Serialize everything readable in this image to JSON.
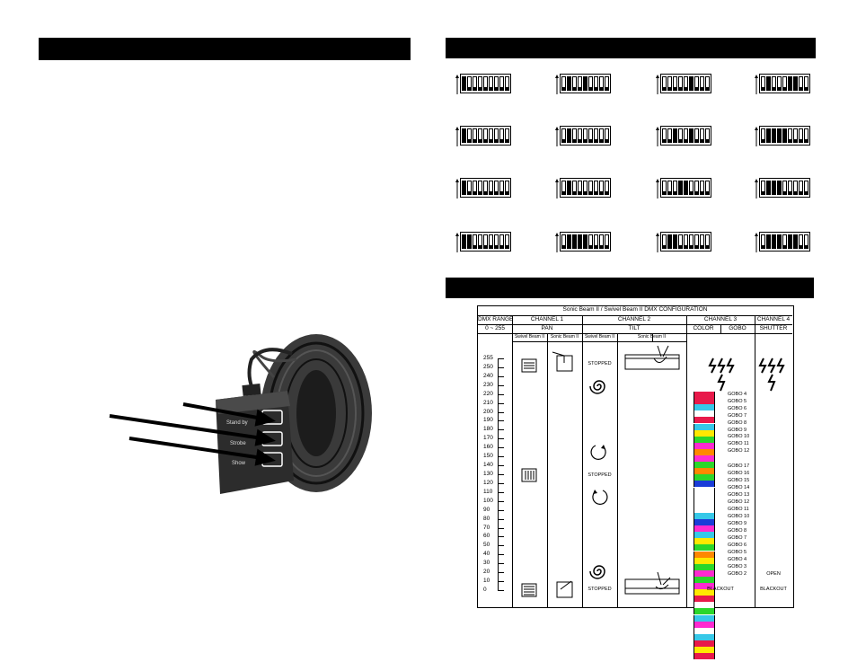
{
  "dmx_table": {
    "title": "Sonic Beam II / Swivel Beam II  DMX CONFIGURATION",
    "dmx_range_label": "DMX RANGE",
    "range_value": "0 ~ 255",
    "channel1": "CHANNEL 1",
    "channel2": "CHANNEL 2",
    "channel3": "CHANNEL 3",
    "channel4": "CHANNEL 4",
    "pan": "PAN",
    "tilt": "TILT",
    "color": "COLOR",
    "gobo": "GOBO",
    "shutter": "SHUTTER",
    "swivel_beam_a": "Swivel Beam II",
    "sonic_beam_a": "Sonic Beam II",
    "swivel_beam_b": "Swivel Beam II",
    "sonic_beam_b": "Sonic Beam II",
    "stopped_top": "STOPPED",
    "stopped_mid": "STOPPED",
    "stopped_bottom": "STOPPED",
    "blackout_ch3": "BLACKOUT",
    "blackout_ch4": "BLACKOUT",
    "open": "OPEN",
    "ticks": [
      "255",
      "250",
      "240",
      "230",
      "220",
      "210",
      "200",
      "190",
      "180",
      "170",
      "160",
      "150",
      "140",
      "130",
      "120",
      "110",
      "100",
      "90",
      "80",
      "70",
      "60",
      "50",
      "40",
      "30",
      "20",
      "10",
      "0"
    ],
    "gobos_upper": [
      "GOBO 4",
      "GOBO 5",
      "GOBO 6",
      "GOBO 7",
      "GOBO 8",
      "GOBO 9",
      "GOBO 10",
      "GOBO 11",
      "GOBO 12"
    ],
    "gobos_lower": [
      "GOBO 17",
      "GOBO 16",
      "GOBO 15",
      "GOBO 14",
      "GOBO 13",
      "GOBO 12",
      "GOBO 11",
      "GOBO 10",
      "GOBO 9",
      "GOBO 8",
      "GOBO 7",
      "GOBO 6",
      "GOBO 5",
      "GOBO 4",
      "GOBO 3",
      "GOBO 2"
    ],
    "color_swatches": [
      "#e8194a",
      "#e8194a",
      "#36c8e8",
      "#ffffff",
      "#e8194a",
      "#36c8e8",
      "#ffe800",
      "#2bd62b",
      "#ff2ad0",
      "#ff8800",
      "#ff2ad0",
      "#2bd62b",
      "#ff8800",
      "#2bd62b",
      "#1a3cd8",
      "#ffffff",
      "#ffffff",
      "#ffffff",
      "#ffffff",
      "#36c8e8",
      "#1a3cd8",
      "#ff2ad0",
      "#36c8e8",
      "#ffe800",
      "#2bd62b",
      "#ff8800",
      "#ffe800",
      "#2bd62b",
      "#ff2ad0",
      "#2bd62b",
      "#ff2ad0",
      "#ffe800",
      "#e8194a",
      "#ffffff",
      "#2bd62b",
      "#36c8e8",
      "#ff2ad0",
      "#ffffff",
      "#36c8e8",
      "#e8194a",
      "#ffe800",
      "#e8194a"
    ]
  },
  "remote": {
    "button1": "Stand by",
    "button2": "Strobe",
    "button3": "Show"
  },
  "dip_rows": [
    [
      [
        1,
        0,
        0,
        0,
        0,
        0,
        0,
        0,
        0
      ],
      [
        0,
        1,
        0,
        0,
        1,
        0,
        0,
        0,
        0
      ],
      [
        0,
        0,
        0,
        0,
        0,
        1,
        0,
        0,
        0
      ],
      [
        0,
        1,
        0,
        0,
        0,
        1,
        1,
        0,
        0
      ]
    ],
    [
      [
        1,
        0,
        0,
        0,
        0,
        0,
        0,
        0,
        0
      ],
      [
        0,
        1,
        0,
        0,
        0,
        0,
        0,
        0,
        0
      ],
      [
        0,
        0,
        1,
        0,
        0,
        1,
        0,
        0,
        0
      ],
      [
        0,
        1,
        1,
        1,
        1,
        0,
        0,
        0,
        0
      ]
    ],
    [
      [
        1,
        0,
        0,
        0,
        0,
        0,
        0,
        0,
        0
      ],
      [
        0,
        1,
        0,
        0,
        0,
        0,
        0,
        0,
        0
      ],
      [
        0,
        0,
        0,
        1,
        1,
        0,
        0,
        0,
        0
      ],
      [
        0,
        1,
        1,
        1,
        0,
        0,
        0,
        0,
        0
      ]
    ],
    [
      [
        1,
        1,
        0,
        0,
        0,
        0,
        0,
        0,
        0
      ],
      [
        0,
        1,
        1,
        1,
        1,
        0,
        0,
        0,
        0
      ],
      [
        0,
        1,
        1,
        0,
        0,
        0,
        0,
        0,
        0
      ],
      [
        0,
        1,
        1,
        1,
        0,
        1,
        1,
        0,
        0
      ]
    ]
  ]
}
